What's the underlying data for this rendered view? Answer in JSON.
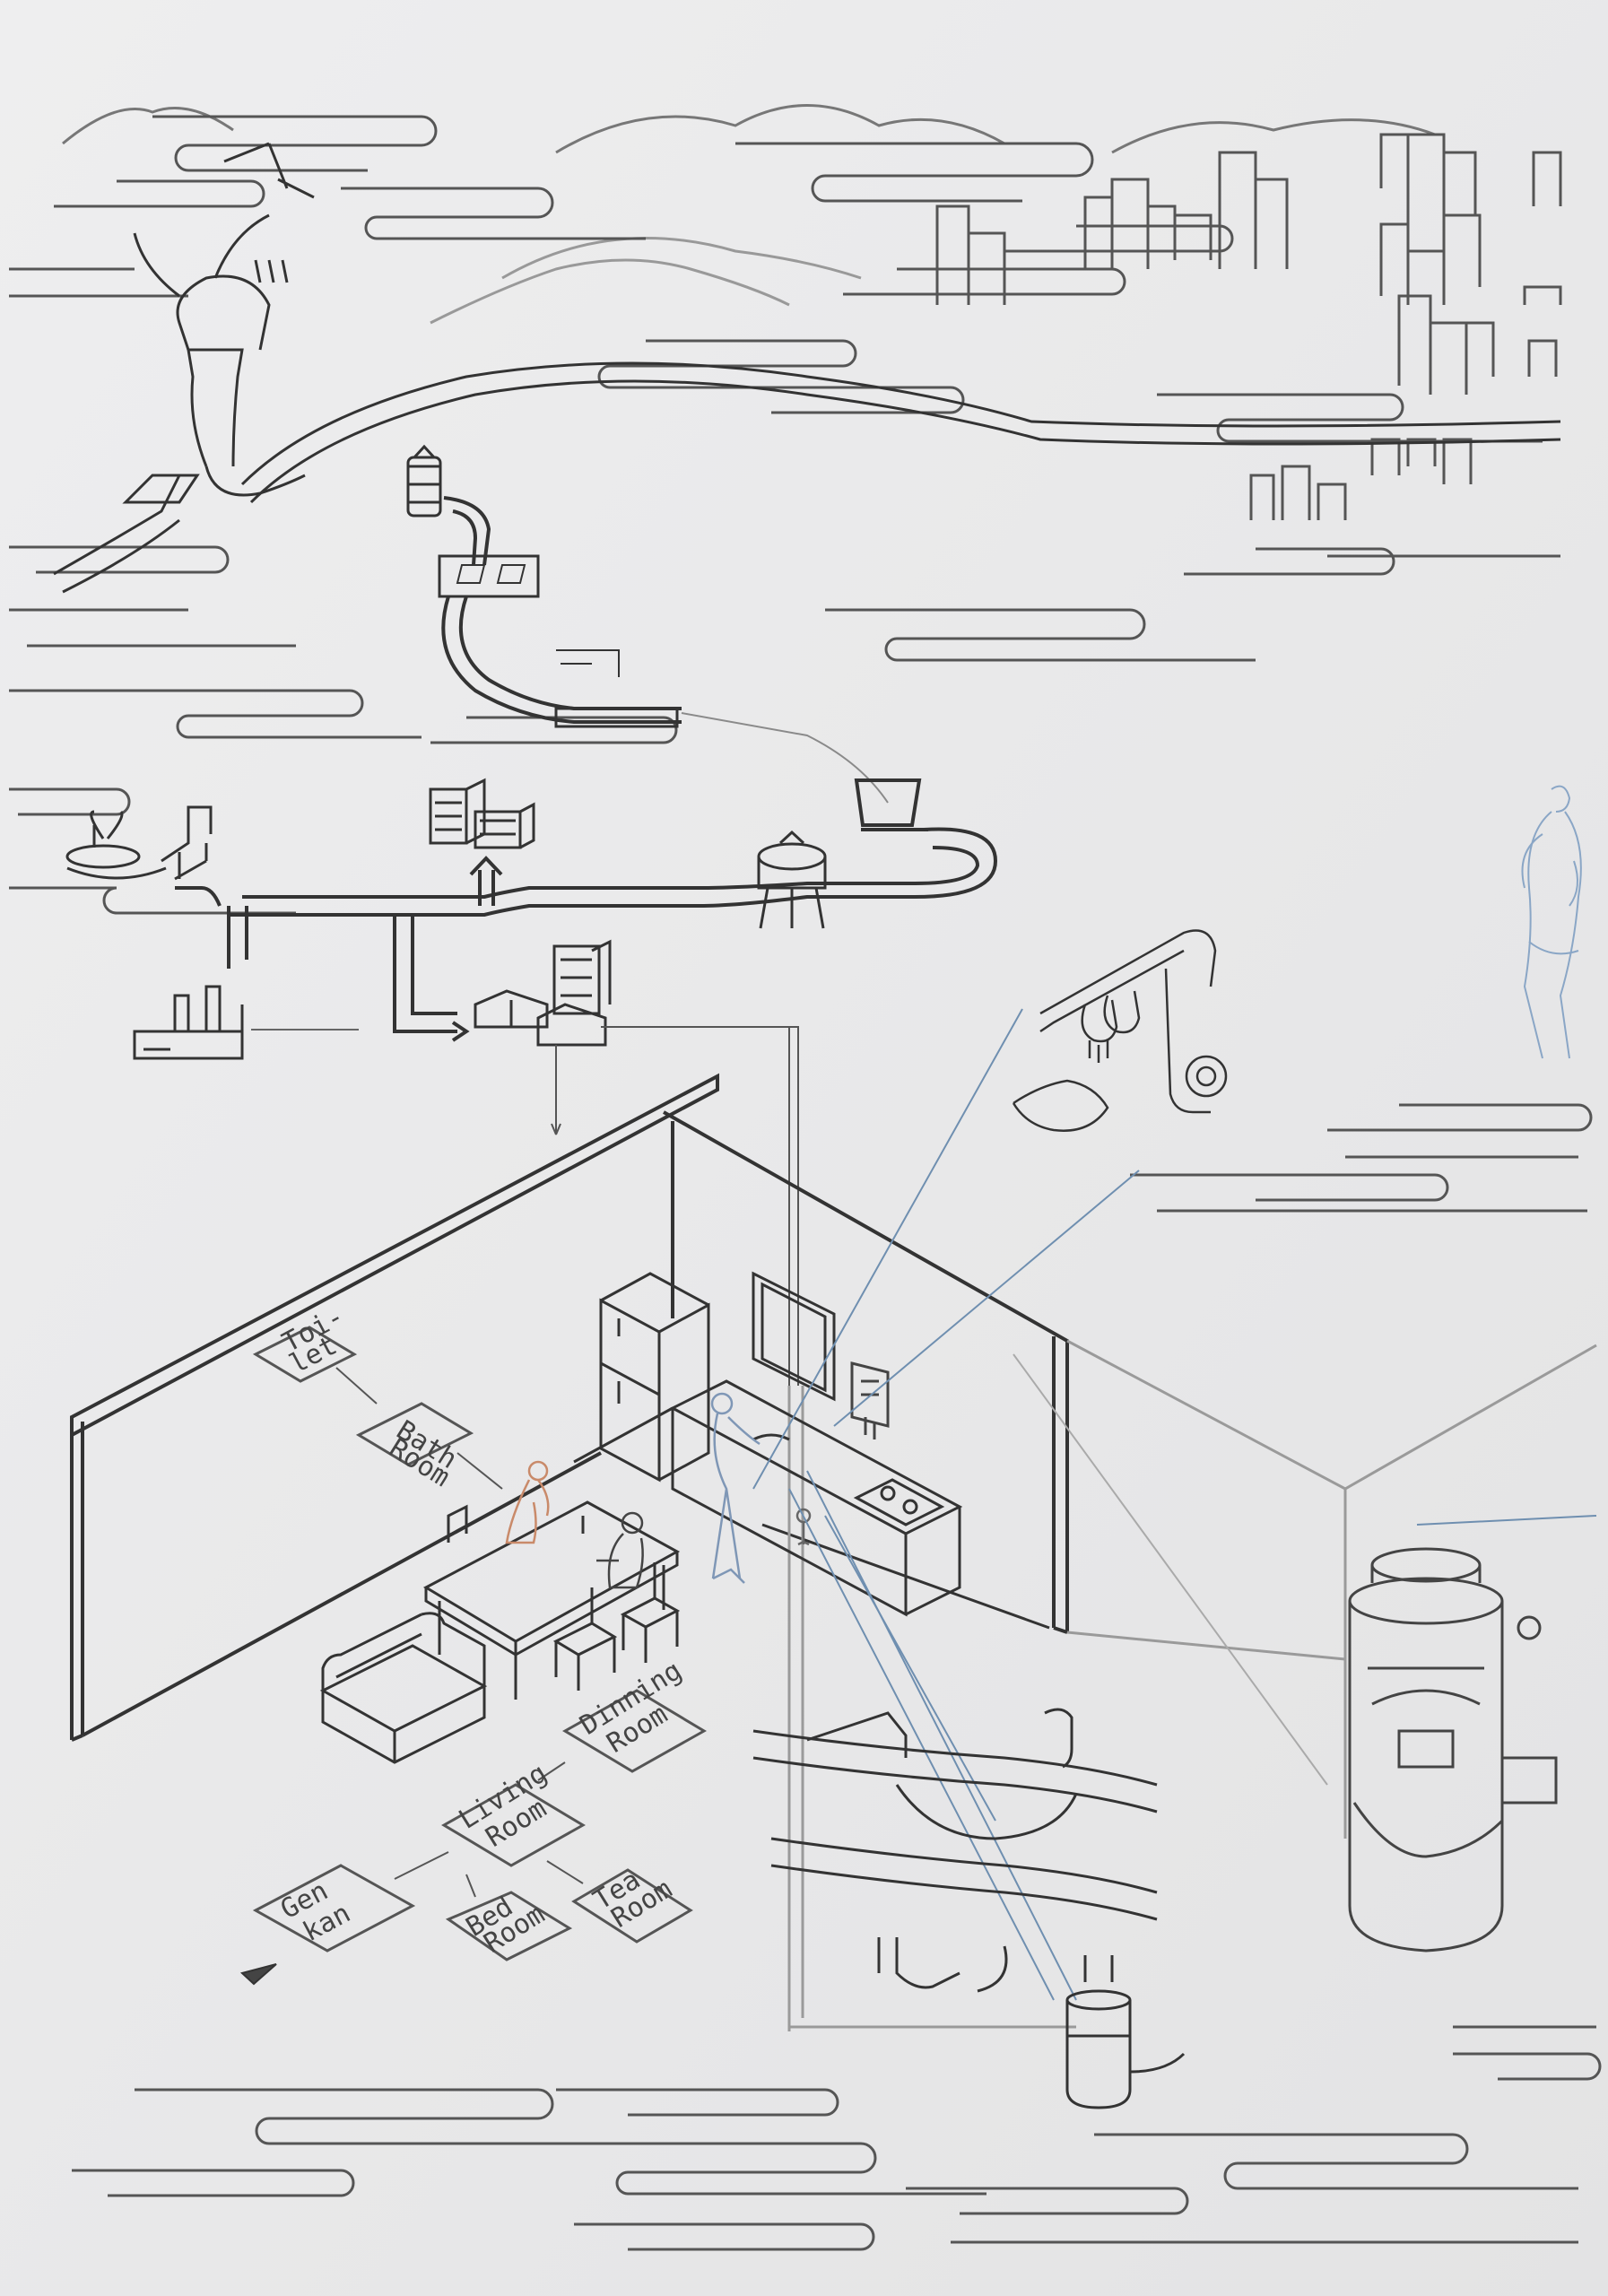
{
  "labels": {
    "toilet": [
      "Toi-",
      "let"
    ],
    "bathroom": [
      "Bath",
      "Room"
    ],
    "dining": [
      "Dinning",
      "Room"
    ],
    "living": [
      "Living",
      "Room"
    ],
    "tea": [
      "Tea",
      "Room"
    ],
    "bed": [
      "Bed",
      "Room"
    ],
    "genkan": [
      "Gen",
      "kan"
    ]
  },
  "colors": {
    "paper": "#e9e9ea",
    "ink": "#3a3a3a",
    "light_ink": "#8a8a8a",
    "blue_ink": "#6f8fb0",
    "orange_ink": "#c98a6a"
  }
}
